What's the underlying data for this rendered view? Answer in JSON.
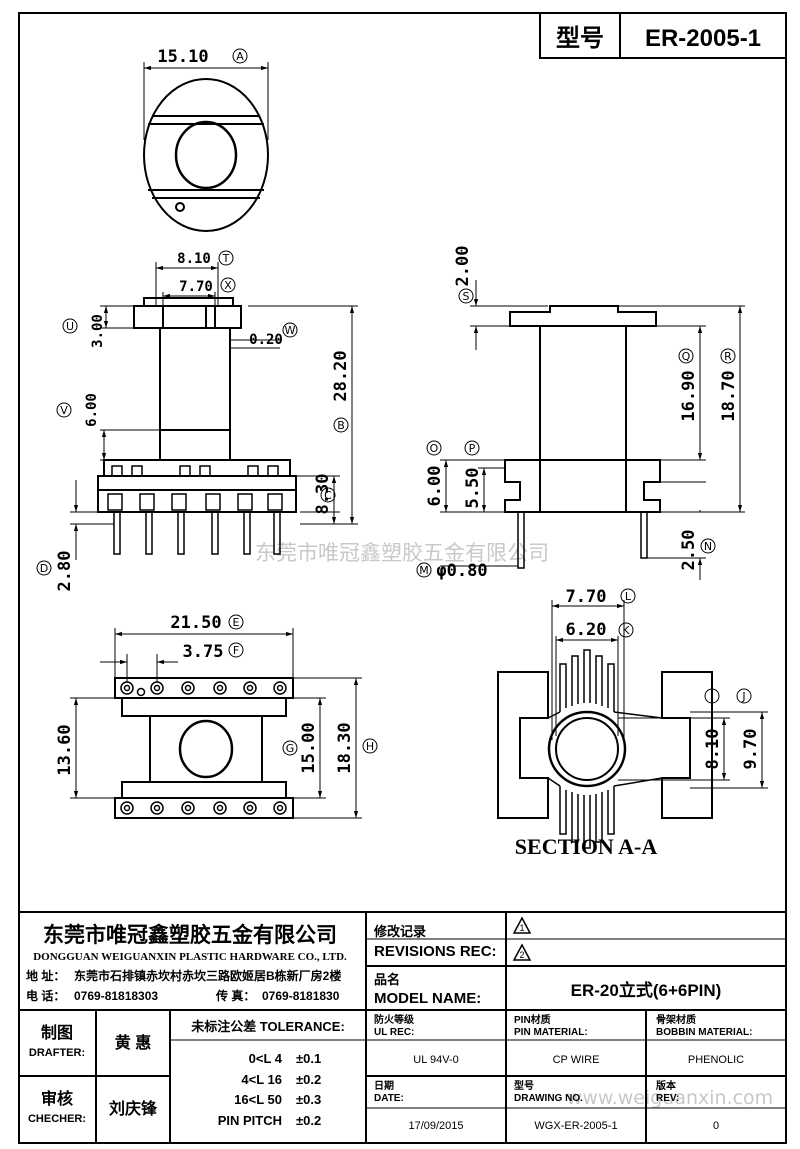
{
  "header": {
    "model_label": "型号",
    "model_value": "ER-2005-1"
  },
  "dims": {
    "d_15_10": "15.10",
    "c_A": "A",
    "d_8_10": "8.10",
    "c_T": "T",
    "d_7_70x": "7.70",
    "c_X": "X",
    "d_3_00": "3.00",
    "c_U": "U",
    "d_0_20": "0.20",
    "c_W": "W",
    "d_28_20": "28.20",
    "c_B": "B",
    "d_6_00v": "6.00",
    "c_V": "V",
    "d_8_30": "8.30",
    "c_C": "C",
    "d_2_80": "2.80",
    "c_D": "D",
    "d_2_00": "2.00",
    "c_S": "S",
    "d_16_90": "16.90",
    "c_Q": "Q",
    "d_18_70": "18.70",
    "c_R": "R",
    "d_6_00o": "6.00",
    "c_O": "O",
    "d_5_50": "5.50",
    "c_P": "P",
    "d_2_50": "2.50",
    "c_N": "N",
    "d_0_80": "φ0.80",
    "c_M": "M",
    "d_21_50": "21.50",
    "c_E": "E",
    "d_3_75": "3.75",
    "c_F": "F",
    "d_13_60": "13.60",
    "d_15_00": "15.00",
    "c_G": "G",
    "d_18_30": "18.30",
    "c_H": "H",
    "d_7_70l": "7.70",
    "c_L": "L",
    "d_6_20": "6.20",
    "c_K": "K",
    "c_I": "I",
    "c_J": "J",
    "d_8_10s": "8.10",
    "d_9_70": "9.70",
    "section": "SECTION A-A"
  },
  "watermark": {
    "text": "东莞市唯冠鑫塑胶五金有限公司",
    "url": "www.weiguanxin.com"
  },
  "titleblock": {
    "company_cn": "东莞市唯冠鑫塑胶五金有限公司",
    "company_en": "DONGGUAN WEIGUANXIN PLASTIC HARDWARE CO., LTD.",
    "addr_label": "地  址：",
    "addr": "东莞市石排镇赤坎村赤坎三路欧姬居B栋新厂房2楼",
    "tel_label": "电  话：",
    "tel": "0769-81818303",
    "fax_label": "传  真：",
    "fax": "0769-8181830",
    "rev_cn": "修改记录",
    "rev_en": "REVISIONS REC:",
    "rev1": "1",
    "rev2": "2",
    "model_cn": "品名",
    "model_en": "MODEL NAME:",
    "model_value": "ER-20立式(6+6PIN)",
    "drafter_cn": "制图",
    "drafter_en": "DRAFTER:",
    "drafter_name": "黄  惠",
    "checker_cn": "审核",
    "checker_en": "CHECHER:",
    "checker_name": "刘庆锋",
    "tol_title": "未标注公差 TOLERANCE:",
    "tol_rows": [
      {
        "range": "0<L  4",
        "val": "±0.1"
      },
      {
        "range": "4<L  16",
        "val": "±0.2"
      },
      {
        "range": "16<L  50",
        "val": "±0.3"
      },
      {
        "range": "PIN PITCH",
        "val": "±0.2"
      }
    ],
    "ul_cn": "防火等级",
    "ul_en": "UL REC:",
    "ul_val": "UL 94V-0",
    "pin_cn": "PIN材质",
    "pin_en": "PIN MATERIAL:",
    "pin_val": "CP WIRE",
    "bob_cn": "骨架材质",
    "bob_en": "BOBBIN MATERIAL:",
    "bob_val": "PHENOLIC",
    "date_cn": "日期",
    "date_en": "DATE:",
    "date_val": "17/09/2015",
    "dwg_cn": "型号",
    "dwg_en": "DRAWING NO.",
    "dwg_val": "WGX-ER-2005-1",
    "ver_cn": "版本",
    "ver_en": "REV:",
    "ver_val": "0"
  }
}
